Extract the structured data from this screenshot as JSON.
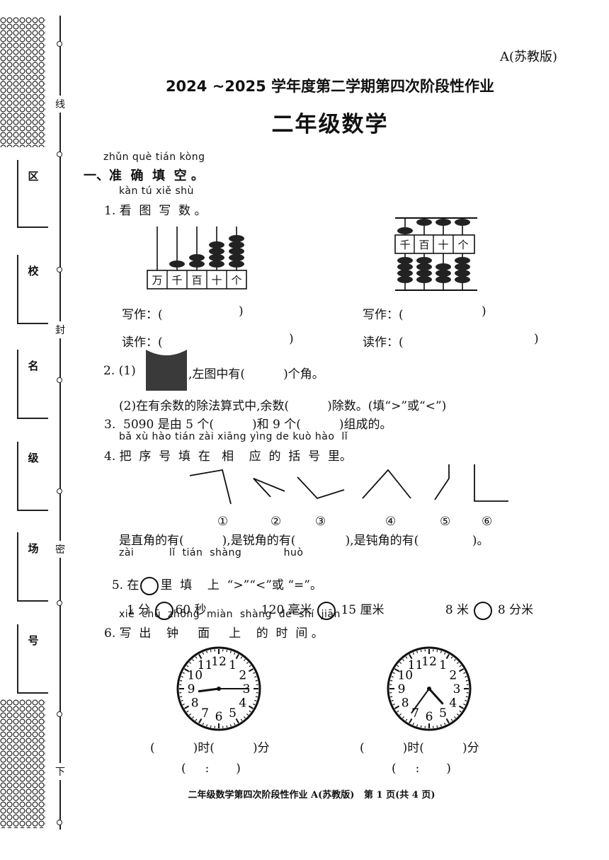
{
  "version_tag": "A(苏教版)",
  "header": {
    "title": "2024 ~2025 学年度第二学期第四次阶段性作业",
    "subject": "二年级数学"
  },
  "binding": {
    "labels": [
      "线",
      "封",
      "密",
      "下"
    ],
    "info_fields": [
      "区",
      "校",
      "名",
      "级",
      "场",
      "号"
    ]
  },
  "section1": {
    "pinyin": "zhǔn què tián kòng",
    "title": "一、准  确  填  空 。"
  },
  "q1": {
    "pinyin": "kàn tú xiě shù",
    "text": "1. 看  图  写  数 。",
    "abacus_left_labels": [
      "万",
      "千",
      "百",
      "十",
      "个"
    ],
    "abacus_right_labels": [
      "千",
      "百",
      "十",
      "个"
    ],
    "write_label": "写作：(",
    "read_label": "读作：(",
    "close": ")"
  },
  "q2": {
    "part1_prefix": "2. (1)",
    "part1_text": ",左图中有(          )个角。",
    "part2_text": "(2)在有余数的除法算式中,余数(          )除数。(填“>”或“<”)"
  },
  "q3": {
    "text": "3.  5090 是由 5 个(          )和 9 个(          )组成的。"
  },
  "q4": {
    "pinyin": "bǎ xù hào tián zài xiāng yìng de kuò hào  lǐ",
    "text": "4. 把  序  号  填  在   相    应  的  括  号  里。",
    "numbers": [
      "①",
      "②",
      "③",
      "④",
      "⑤",
      "⑥"
    ],
    "answer_line": "是直角的有(          ),是锐角的有(             ),是钝角的有(              )。"
  },
  "q5": {
    "pinyin": "zài          lǐ  tián  shàng            huò",
    "text_a": "5. 在",
    "text_b": "里  填    上  “>”“<”或 “=”。",
    "c1_left": "1 分",
    "c1_right": "60 秒",
    "c2_left": "120 毫米",
    "c2_right": "15 厘米",
    "c3_left": "8 米",
    "c3_right": "8 分米"
  },
  "q6": {
    "pinyin": "xiě  chū  zhōng  miàn  shàng  de  shí  jiān",
    "text": "6. 写  出    钟     面     上    的  时  间 。",
    "clock_numbers": [
      "12",
      "1",
      "2",
      "3",
      "4",
      "5",
      "6",
      "7",
      "8",
      "9",
      "10",
      "11"
    ],
    "answer_line1": "(          )时(          )分",
    "answer_line2": "(     :       )"
  },
  "footer": {
    "text": "二年级数学第四次阶段性作业 A(苏教版)   第 1 页(共 4 页)"
  }
}
